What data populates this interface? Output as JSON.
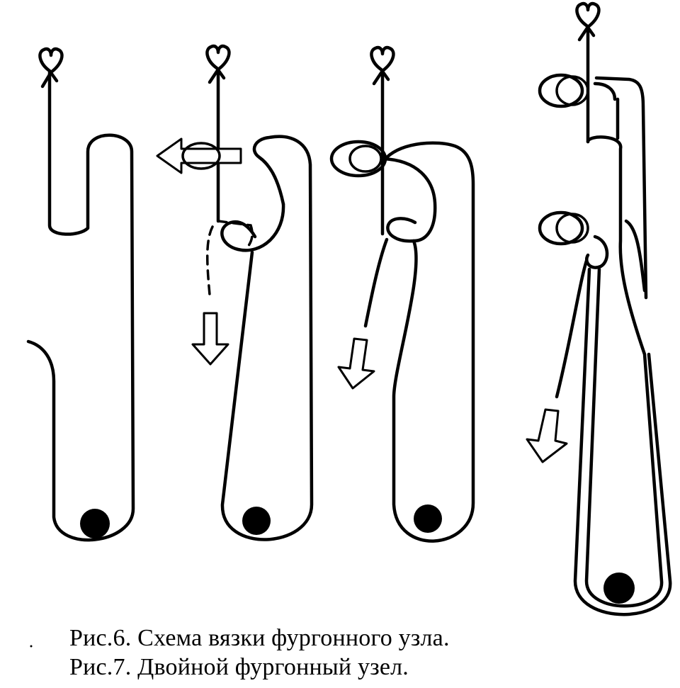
{
  "captions": {
    "fig6": "Рис.6. Схема вязки фургонного узла.",
    "fig7": "Рис.7. Двойной фургонный узел."
  },
  "colors": {
    "ink": "#000000",
    "paper": "#ffffff"
  },
  "steps": [
    {
      "id": "step-1",
      "arrow": "none"
    },
    {
      "id": "step-2",
      "arrow": "left-and-down"
    },
    {
      "id": "step-3",
      "arrow": "down"
    },
    {
      "id": "double-knot",
      "arrow": "down"
    }
  ]
}
